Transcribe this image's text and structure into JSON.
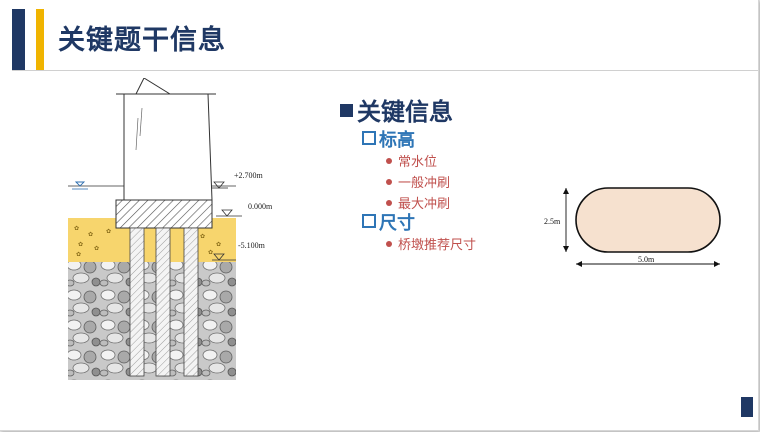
{
  "slide": {
    "title": "关键题干信息",
    "colors": {
      "navy": "#1f3864",
      "gold": "#f0b400",
      "subheading": "#2e75b6",
      "bullet": "#c0504d",
      "capsule": "#f6e1cf"
    }
  },
  "info": {
    "heading": "关键信息",
    "groups": [
      {
        "label": "标高",
        "items": [
          "常水位",
          "一般冲刷",
          "最大冲刷"
        ]
      },
      {
        "label": "尺寸",
        "items": [
          "桥墩推荐尺寸"
        ]
      }
    ]
  },
  "pier_figure": {
    "elevations": [
      "+2.700m",
      "0.000m",
      "-5.100m"
    ]
  },
  "section_figure": {
    "width_label": "5.0m",
    "height_label": "2.5m"
  }
}
